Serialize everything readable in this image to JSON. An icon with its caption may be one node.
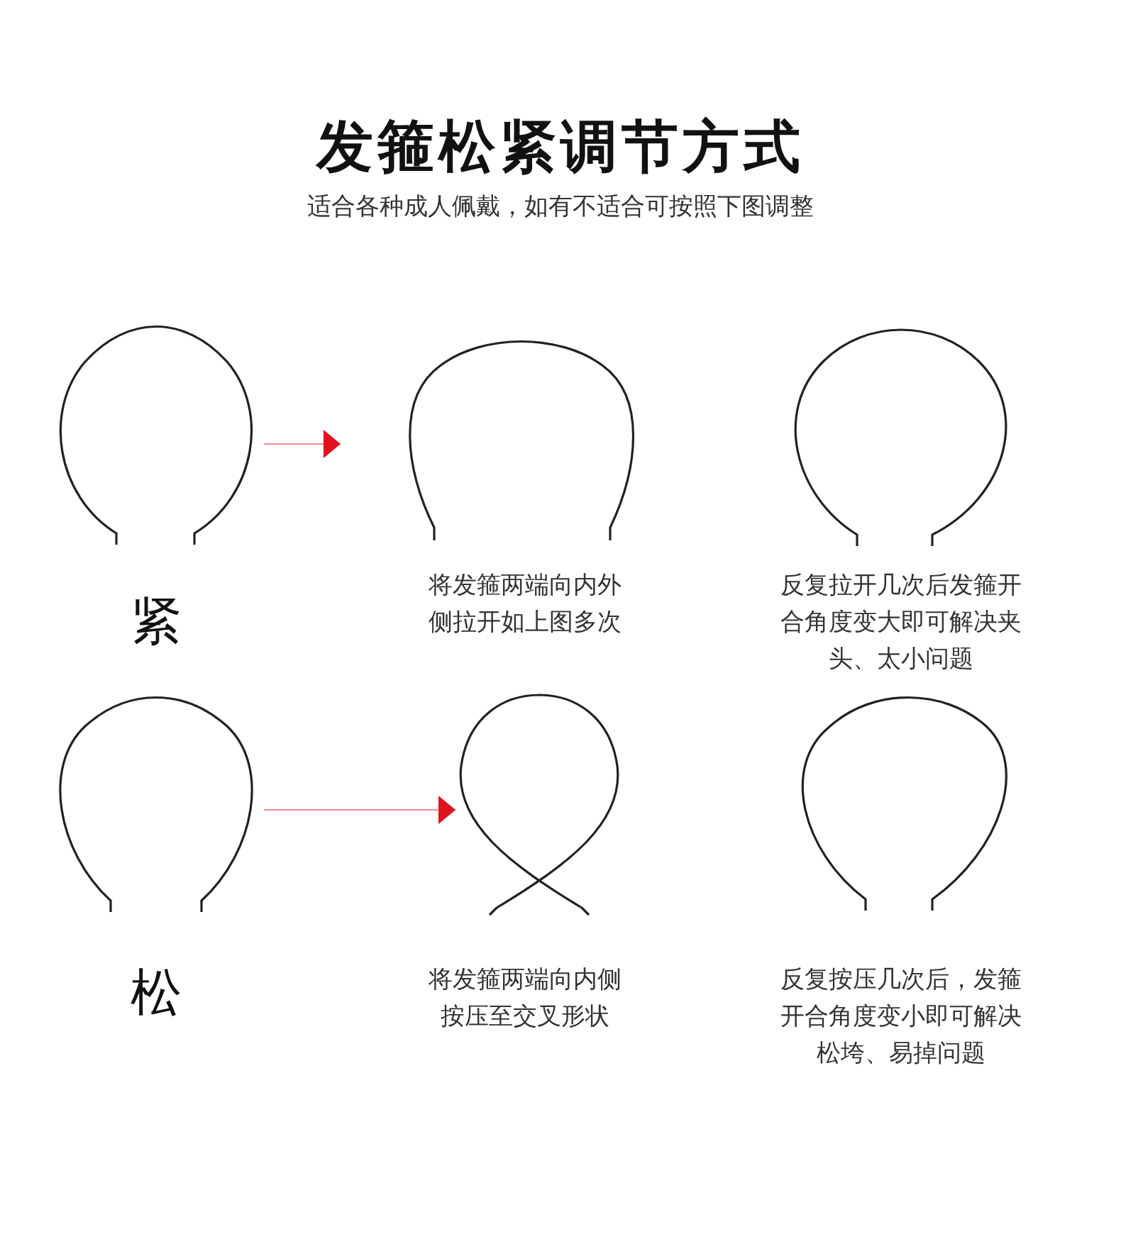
{
  "diagram": {
    "title": "发箍松紧调节方式",
    "nodes": [
      {
        "text": [],
        "shape": "picture",
        "beside": [
          "紧"
        ]
      },
      {
        "text": [],
        "shape": "picture",
        "beside": [
          "将发箍两端向内外侧拉开如上图多次"
        ]
      },
      {
        "text": [],
        "shape": "picture",
        "beside": [
          "反复拉开几次后发箍开合角度变大即可解决夹头、太小问题"
        ]
      },
      {
        "text": [],
        "shape": "picture",
        "beside": [
          "松"
        ]
      },
      {
        "text": [],
        "shape": "picture",
        "beside": [
          "将发箍两端向内侧按压至交叉形状"
        ]
      },
      {
        "text": [],
        "shape": "picture",
        "beside": [
          "反复按压几次后，发箍开合角度变小即可解决松垮、易掉问题"
        ]
      }
    ],
    "edges": [
      {
        "from": 0,
        "to": 1,
        "arrow": "to",
        "color": "#e0121f"
      },
      {
        "from": 3,
        "to": 4,
        "arrow": "to",
        "color": "#e0121f"
      }
    ],
    "labels": [
      "适合各种成人佩戴，如有不适合可按照下图调整"
    ]
  }
}
